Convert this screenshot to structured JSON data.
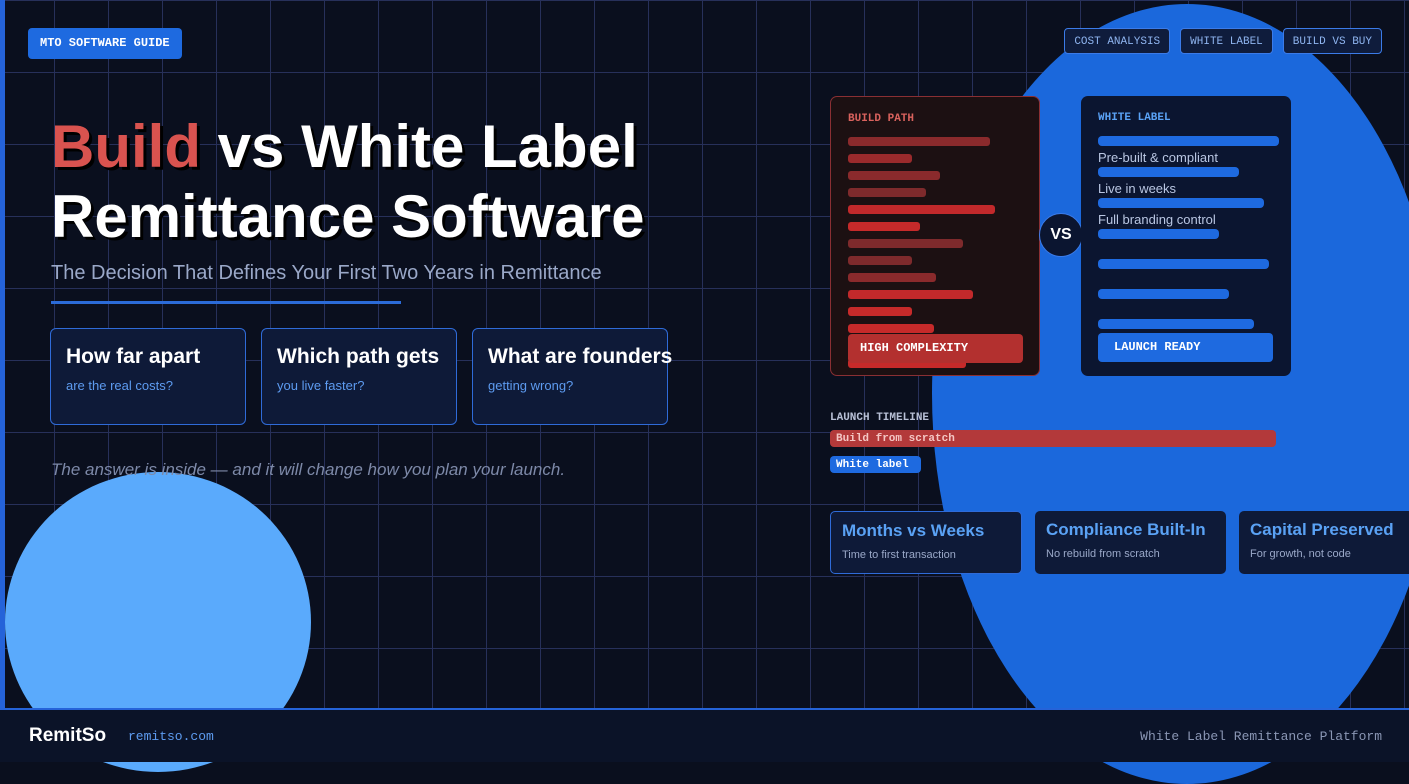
{
  "tag": "MTO SOFTWARE GUIDE",
  "chips": [
    "COST ANALYSIS",
    "WHITE LABEL",
    "BUILD VS BUY"
  ],
  "title": {
    "highlight": "Build",
    "rest_line1": " vs White Label",
    "line2": "Remittance Software"
  },
  "subtitle": "The Decision That Defines Your First Two Years in Remittance",
  "questions": [
    {
      "title": "How far apart",
      "sub": "are the real costs?"
    },
    {
      "title": "Which path gets",
      "sub": "you live faster?"
    },
    {
      "title": "What are founders",
      "sub": "getting wrong?"
    }
  ],
  "answer": "The answer is inside — and it will change how you plan your launch.",
  "build_panel": {
    "title": "BUILD PATH",
    "badge": "HIGH COMPLEXITY"
  },
  "vs": "VS",
  "white_panel": {
    "title": "WHITE LABEL",
    "features": [
      "Pre-built & compliant",
      "Live in weeks",
      "Full branding control"
    ],
    "badge": "LAUNCH READY"
  },
  "timeline": {
    "label": "LAUNCH TIMELINE",
    "build": "Build from scratch",
    "white": "White label",
    "build_pct": 100,
    "white_pct": 20
  },
  "features": [
    {
      "title": "Months vs Weeks",
      "sub": "Time to first transaction"
    },
    {
      "title": "Compliance Built-In",
      "sub": "No rebuild from scratch"
    },
    {
      "title": "Capital Preserved",
      "sub": "For growth, not code"
    }
  ],
  "footer": {
    "brand": "RemitSo",
    "url": "remitso.com",
    "tagline": "White Label Remittance Platform"
  },
  "colors": {
    "accent": "#1e6ae0",
    "red": "#d9534f",
    "bg": "#0a0f1e"
  }
}
